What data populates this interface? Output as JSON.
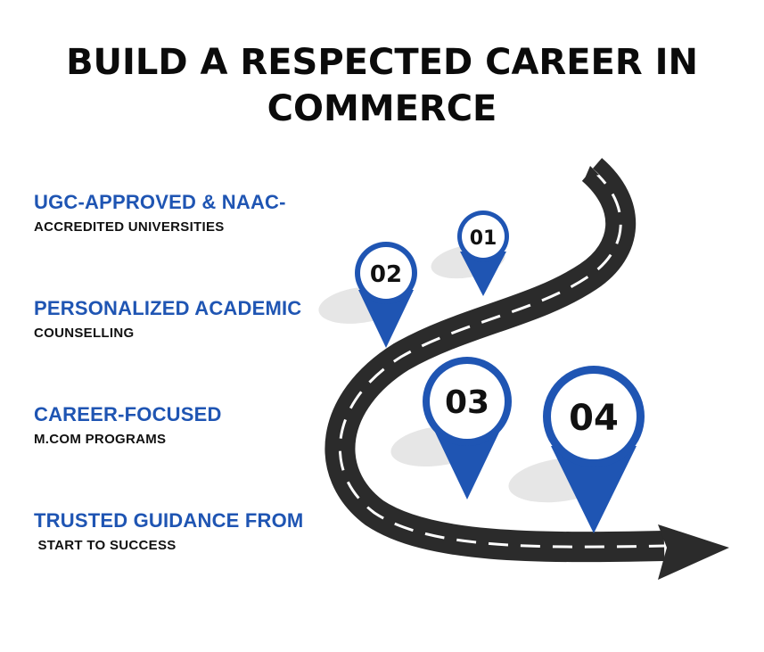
{
  "title": {
    "line1": "BUILD A RESPECTED CAREER IN",
    "line2": "COMMERCE"
  },
  "features": [
    {
      "head": "UGC-APPROVED & NAAC-",
      "sub": "ACCREDITED UNIVERSITIES"
    },
    {
      "head": "PERSONALIZED ACADEMIC",
      "sub": "COUNSELLING"
    },
    {
      "head": "CAREER-FOCUSED",
      "sub": "M.COM PROGRAMS"
    },
    {
      "head": "TRUSTED GUIDANCE FROM",
      "sub": " START TO SUCCESS"
    }
  ],
  "markers": [
    "01",
    "02",
    "03",
    "04"
  ],
  "colors": {
    "accent": "#1f55b3",
    "road": "#2b2b2b",
    "road_line": "#ffffff",
    "pin_shadow": "#e6e6e6",
    "title": "#0b0b0b"
  },
  "icons": [
    "road-icon",
    "arrow-head-icon",
    "map-pin-icon"
  ]
}
